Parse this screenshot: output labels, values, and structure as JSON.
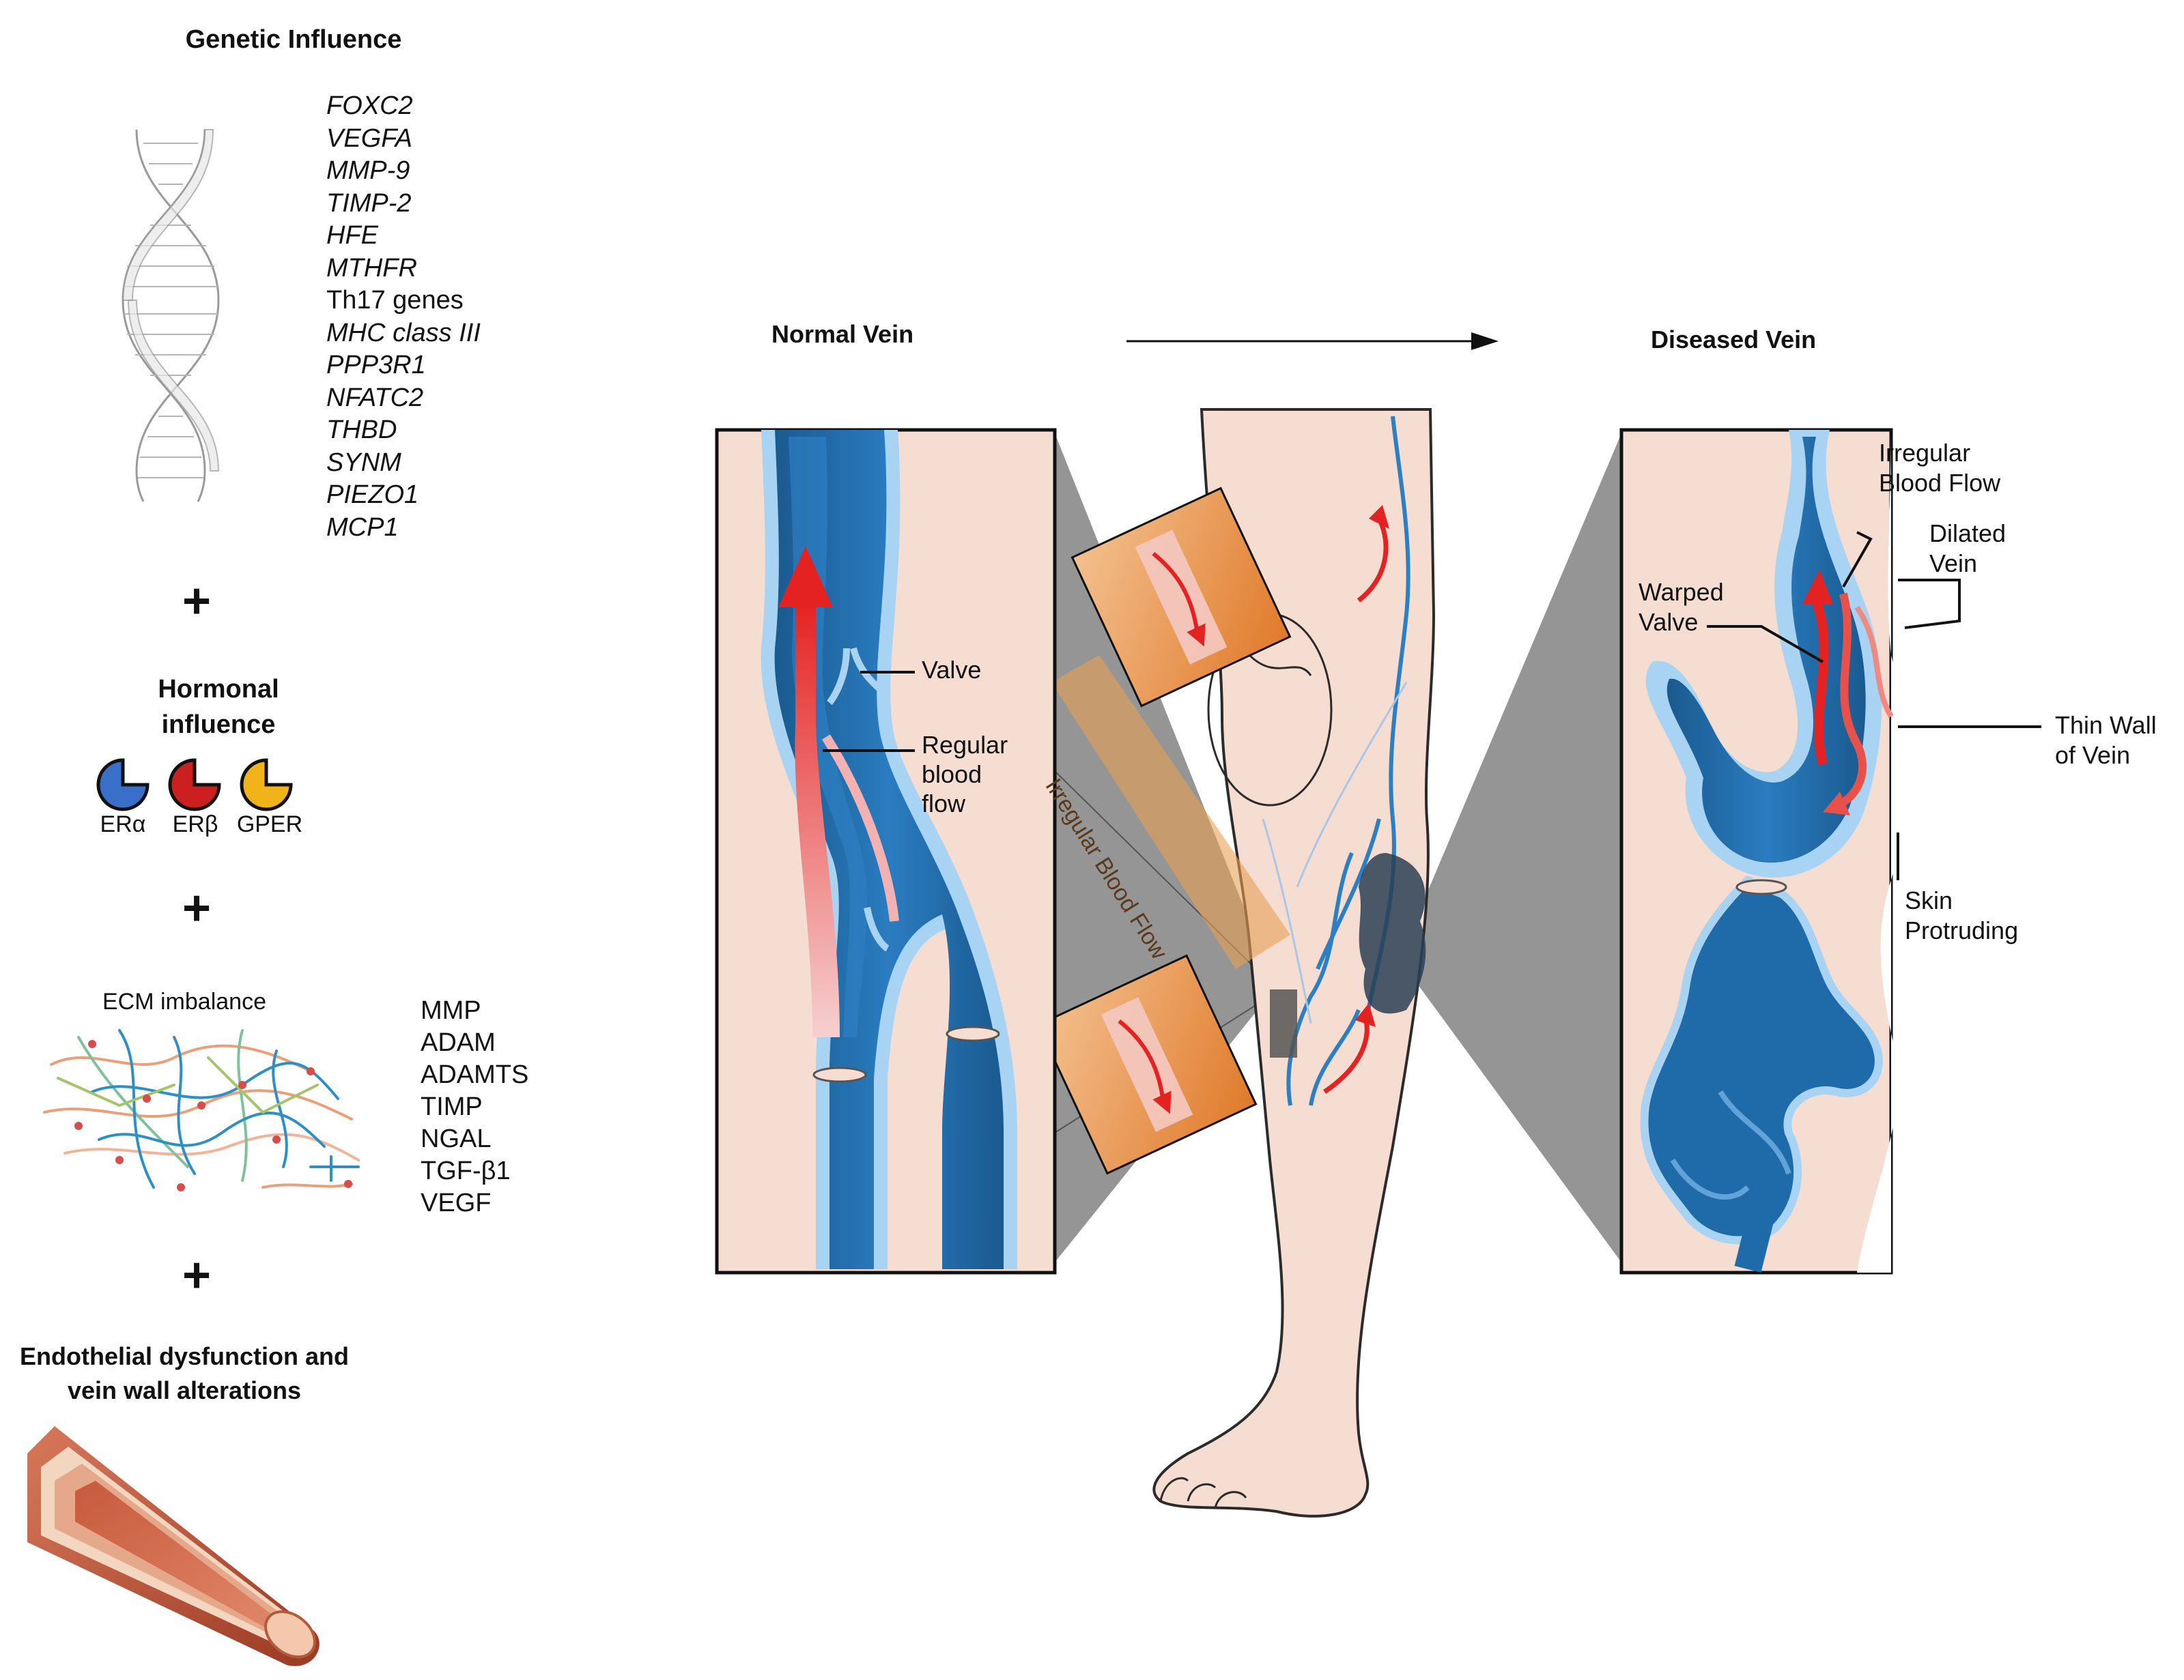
{
  "genetic": {
    "title": "Genetic Influence",
    "genes": [
      {
        "name": "FOXC2",
        "italic": true
      },
      {
        "name": "VEGFA",
        "italic": true
      },
      {
        "name": "MMP-9",
        "italic": true
      },
      {
        "name": "TIMP-2",
        "italic": true
      },
      {
        "name": "HFE",
        "italic": true
      },
      {
        "name": "MTHFR",
        "italic": true
      },
      {
        "name": "Th17 genes",
        "italic": false
      },
      {
        "name": "MHC class III",
        "italic": true
      },
      {
        "name": "PPP3R1",
        "italic": true
      },
      {
        "name": "NFATC2",
        "italic": true
      },
      {
        "name": "THBD",
        "italic": true
      },
      {
        "name": "SYNM",
        "italic": true
      },
      {
        "name": "PIEZO1",
        "italic": true
      },
      {
        "name": "MCP1",
        "italic": true
      }
    ]
  },
  "plus_sign": "+",
  "hormonal": {
    "title_line1": "Hormonal",
    "title_line2": "influence",
    "receptors": [
      {
        "label": "ERα",
        "color": "#3a6fc9"
      },
      {
        "label": "ERβ",
        "color": "#cc1f1f"
      },
      {
        "label": "GPER",
        "color": "#f2b21a"
      }
    ]
  },
  "ecm": {
    "title": "ECM imbalance",
    "factors": [
      "MMP",
      "ADAM",
      "ADAMTS",
      "TIMP",
      "NGAL",
      "TGF-β1",
      "VEGF"
    ]
  },
  "endothelial": {
    "title_line1": "Endothelial dysfunction and",
    "title_line2": "vein wall alterations"
  },
  "normal_vein": {
    "title": "Normal Vein",
    "valve_label": "Valve",
    "flow_label_lines": [
      "Regular",
      "blood",
      "flow"
    ]
  },
  "diseased_vein": {
    "title": "Diseased Vein",
    "irregular_flow_lines": [
      "Irregular",
      "Blood Flow"
    ],
    "dilated_lines": [
      "Dilated",
      "Vein"
    ],
    "warped_lines": [
      "Warped",
      "Valve"
    ],
    "thin_wall_lines": [
      "Thin Wall",
      "of Vein"
    ],
    "skin_lines": [
      "Skin",
      "Protruding"
    ]
  },
  "leg": {
    "irregular_label": "Irregular Blood Flow"
  },
  "colors": {
    "vein_dark": "#1c5e96",
    "vein_light": "#a9d3f2",
    "skin": "#f6ddd2",
    "flow_red": "#e52222",
    "box_orange": "#e8893f",
    "shadow_grey": "#8a8a8a"
  }
}
